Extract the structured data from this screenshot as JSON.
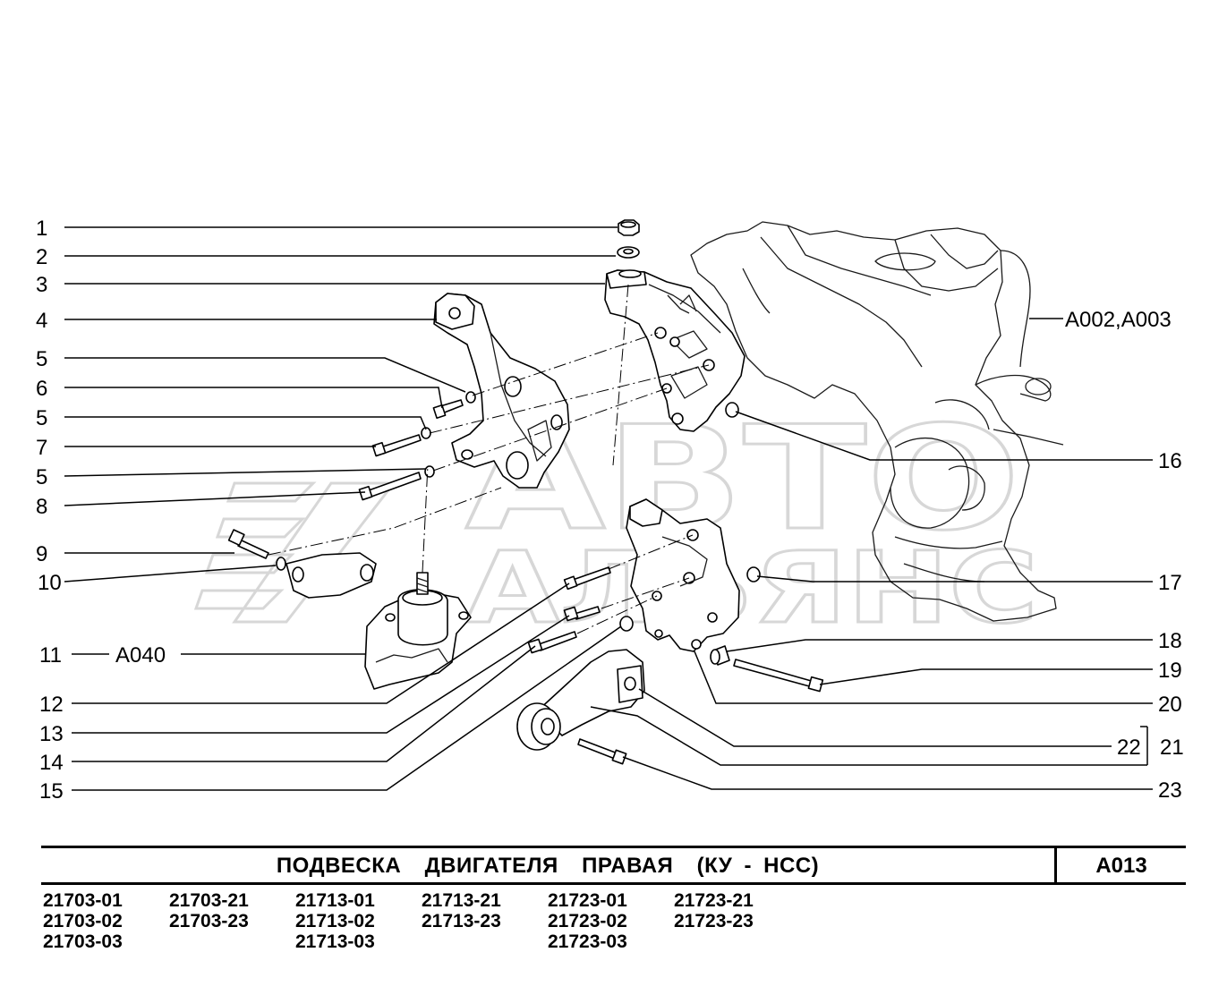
{
  "callouts": {
    "left": [
      "1",
      "2",
      "3",
      "4",
      "5",
      "6",
      "5",
      "7",
      "5",
      "8",
      "9",
      "10",
      "11",
      "12",
      "13",
      "14",
      "15"
    ],
    "right": [
      "16",
      "17",
      "18",
      "19",
      "20",
      "22",
      "21",
      "23"
    ]
  },
  "refs": {
    "engine": "A002,A003",
    "mount": "A040"
  },
  "watermark": {
    "line1": "АВТО",
    "line2": "АЛЬЯНС"
  },
  "title": "ПОДВЕСКА  ДВИГАТЕЛЯ  ПРАВАЯ  (КУ - НСС)",
  "sheet_code": "A013",
  "models": [
    [
      "21703-01",
      "21703-02",
      "21703-03"
    ],
    [
      "21703-21",
      "21703-23"
    ],
    [
      "21713-01",
      "21713-02",
      "21713-03"
    ],
    [
      "21713-21",
      "21713-23"
    ],
    [
      "21723-01",
      "21723-02",
      "21723-03"
    ],
    [
      "21723-21",
      "21723-23"
    ]
  ]
}
